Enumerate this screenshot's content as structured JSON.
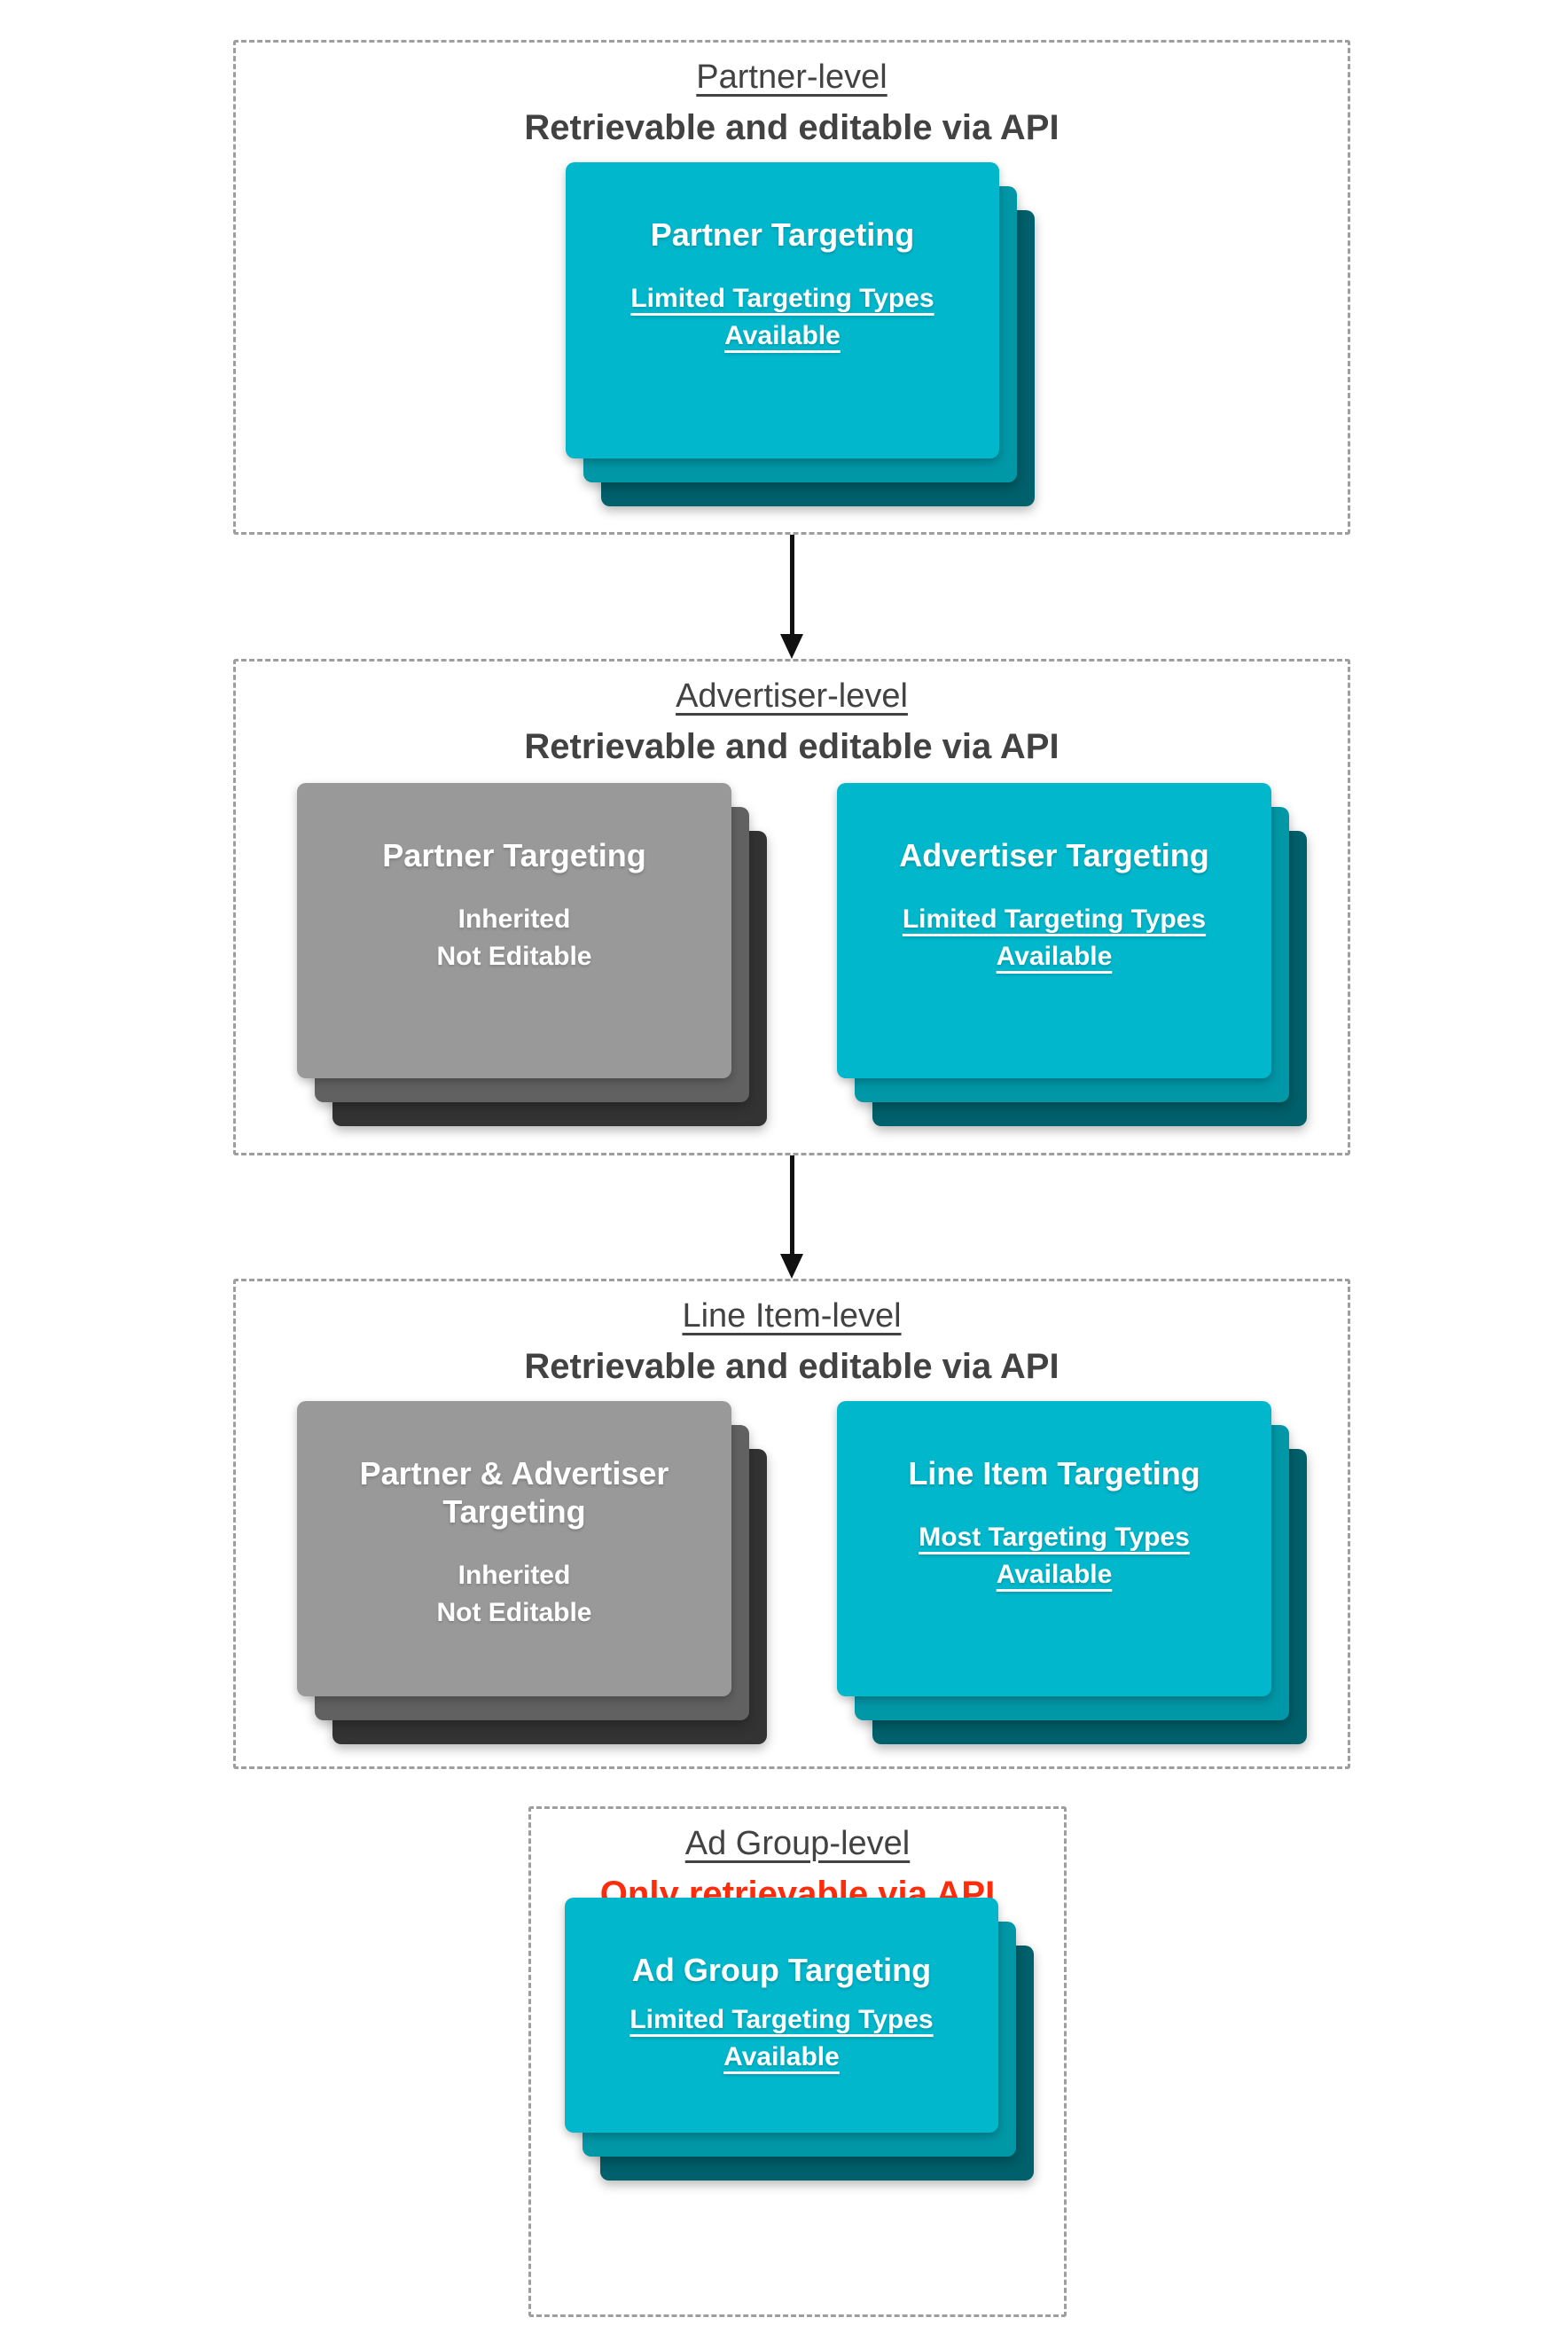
{
  "colors": {
    "ink": "#424242",
    "red": "#fb2d0d",
    "border": "#9e9e9e",
    "arrow": "#111111",
    "card_text": "#ffffff",
    "cyan": "#00b7cc",
    "cyan_mid": "#0097a7",
    "cyan_dark": "#00606b",
    "gray": "#999999",
    "gray_mid": "#616161",
    "gray_dark": "#333333"
  },
  "sections": [
    {
      "title": "Partner-level",
      "subtitle": "Retrievable and editable via API",
      "cards": [
        {
          "variant": "cyan",
          "title": "Partner Targeting",
          "sub": [
            "Limited Targeting Types",
            "Available"
          ]
        }
      ]
    },
    {
      "title": "Advertiser-level",
      "subtitle": "Retrievable and editable via API",
      "cards": [
        {
          "variant": "gray",
          "title": "Partner Targeting",
          "sub": [
            "Inherited",
            "Not Editable"
          ]
        },
        {
          "variant": "cyan",
          "title": "Advertiser Targeting",
          "sub": [
            "Limited Targeting Types",
            "Available"
          ]
        }
      ]
    },
    {
      "title": "Line Item-level",
      "subtitle": "Retrievable and editable via API",
      "cards": [
        {
          "variant": "gray",
          "title": "Partner & Advertiser Targeting",
          "sub": [
            "Inherited",
            "Not Editable"
          ]
        },
        {
          "variant": "cyan",
          "title": "Line Item Targeting",
          "sub": [
            "Most Targeting Types",
            "Available"
          ]
        }
      ]
    },
    {
      "title": "Ad Group-level",
      "subtitle": "Only retrievable via API",
      "cards": [
        {
          "variant": "cyan",
          "title": "Ad Group Targeting",
          "sub": [
            "Limited Targeting Types",
            "Available"
          ]
        }
      ]
    }
  ]
}
